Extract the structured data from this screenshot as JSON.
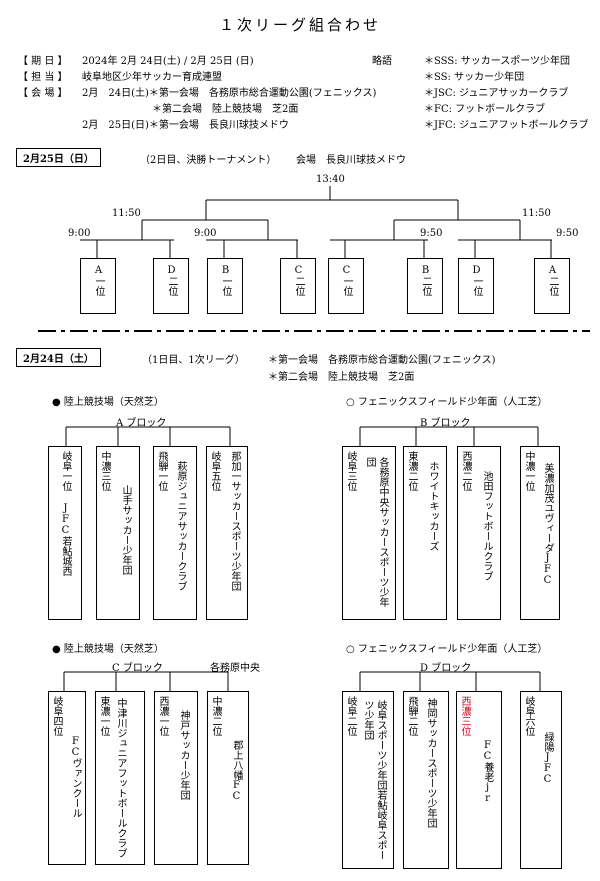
{
  "title": "１次リーグ組合わせ",
  "info": {
    "period_label": "【 期 日 】",
    "period_value": "2024年 2月 24日(土) / 2月 25日 (日)",
    "charge_label": "【 担 当 】",
    "charge_value": "岐阜地区少年サッカー育成連盟",
    "venue_label": "【 会 場 】",
    "venue_line1": "2月　24日(土)＊第一会場　各務原市総合運動公園(フェニックス)",
    "venue_line2": "＊第二会場　陸上競技場　芝2面",
    "venue_line3": "2月　25日(日)＊第一会場　長良川球技メドウ",
    "abbr_label": "略語",
    "abbr": [
      "＊SSS: サッカースポーツ少年団",
      "＊SS: サッカー少年団",
      "＊JSC: ジュニアサッカークラブ",
      "＊FC: フットボールクラブ",
      "＊JFC: ジュニアフットボールクラブ"
    ]
  },
  "day2": {
    "date": "2月25日（日）",
    "note": "（2日目、決勝トーナメント）",
    "venue": "会場　長良川球技メドウ",
    "final_time": "13:40",
    "semi_left_time": "11:50",
    "semi_right_time": "11:50",
    "qf_times": [
      "9:00",
      "9:00",
      "9:50",
      "9:50"
    ],
    "slots": [
      "A一位",
      "D二位",
      "B一位",
      "C二位",
      "C一位",
      "B二位",
      "D一位",
      "A二位"
    ]
  },
  "day1": {
    "date": "2月24日（土）",
    "note": "（1日目、1次リーグ）",
    "venue1": "＊第一会場　各務原市総合運動公園(フェニックス)",
    "venue2": "＊第二会場　陸上競技場　芝2面"
  },
  "blocks": [
    {
      "venue": "● 陸上競技場（天然芝）",
      "name": "A ブロック",
      "extra": "",
      "teams": [
        {
          "rank": "岐阜一位",
          "name": "JFC若鮎城西"
        },
        {
          "rank": "中濃三位",
          "name": "山手サッカー少年団"
        },
        {
          "rank": "飛騨一位",
          "name": "萩原ジュニアサッカークラブ"
        },
        {
          "rank": "岐阜五位",
          "name": "那加一サッカースポーツ少年団"
        }
      ]
    },
    {
      "venue": "○ フェニックスフィールド少年面（人工芝）",
      "name": "B ブロック",
      "extra": "",
      "teams": [
        {
          "rank": "岐阜三位",
          "name": "各務原中央サッカースポーツ少年団"
        },
        {
          "rank": "東濃二位",
          "name": "ホワイトキッカーズ"
        },
        {
          "rank": "西濃二位",
          "name": "池田フットボールクラブ"
        },
        {
          "rank": "中濃一位",
          "name": "美濃加茂ユヴィーダJFC"
        }
      ]
    },
    {
      "venue": "● 陸上競技場（天然芝）",
      "name": "C ブロック",
      "extra": "各務原中央",
      "teams": [
        {
          "rank": "岐阜四位",
          "name": "FCヴァンクール"
        },
        {
          "rank": "東濃一位",
          "name": "中津川ジュニアフットボールクラブ"
        },
        {
          "rank": "西濃一位",
          "name": "神戸サッカー少年団"
        },
        {
          "rank": "中濃二位",
          "name": "郡上八幡FC"
        }
      ]
    },
    {
      "venue": "○ フェニックスフィールド少年面（人工芝）",
      "name": "D ブロック",
      "extra": "",
      "teams": [
        {
          "rank": "岐阜二位",
          "name": "岐阜スポーツ少年団若鮎岐阜スポーツ少年団"
        },
        {
          "rank": "飛騨二位",
          "name": "神岡サッカースポーツ少年団"
        },
        {
          "rank": "西濃三位",
          "name": "FC養老jr"
        },
        {
          "rank": "岐阜六位",
          "name": "緑陽JFC"
        }
      ]
    }
  ],
  "colors": {
    "highlight": "#e0001b"
  }
}
